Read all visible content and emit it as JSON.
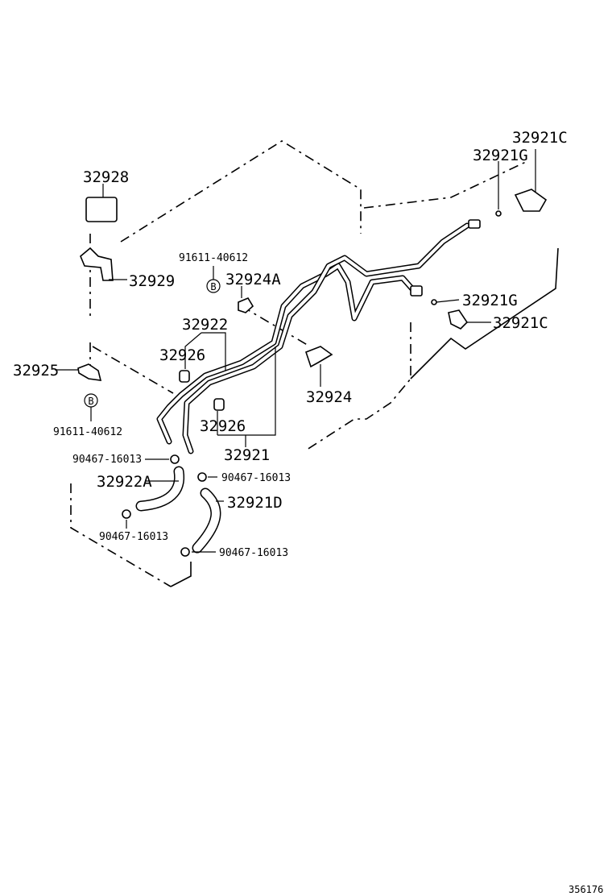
{
  "diagram": {
    "image_id": "356176",
    "labels": [
      {
        "key": "p32928",
        "text": "32928"
      },
      {
        "key": "p32929",
        "text": "32929"
      },
      {
        "key": "p91611a",
        "text": "91611-40612"
      },
      {
        "key": "p32924A",
        "text": "32924A"
      },
      {
        "key": "p32922",
        "text": "32922"
      },
      {
        "key": "p32926a",
        "text": "32926"
      },
      {
        "key": "p32925",
        "text": "32925"
      },
      {
        "key": "p91611b",
        "text": "91611-40612"
      },
      {
        "key": "p32924",
        "text": "32924"
      },
      {
        "key": "p32926b",
        "text": "32926"
      },
      {
        "key": "p32921",
        "text": "32921"
      },
      {
        "key": "p90467a",
        "text": "90467-16013"
      },
      {
        "key": "p90467b",
        "text": "90467-16013"
      },
      {
        "key": "p32922A",
        "text": "32922A"
      },
      {
        "key": "p32921D",
        "text": "32921D"
      },
      {
        "key": "p90467c",
        "text": "90467-16013"
      },
      {
        "key": "p90467d",
        "text": "90467-16013"
      },
      {
        "key": "p32921C_top",
        "text": "32921C"
      },
      {
        "key": "p32921G_top",
        "text": "32921G"
      },
      {
        "key": "p32921G_mid",
        "text": "32921G"
      },
      {
        "key": "p32921C_mid",
        "text": "32921C"
      }
    ],
    "bolt_marker": "B"
  }
}
